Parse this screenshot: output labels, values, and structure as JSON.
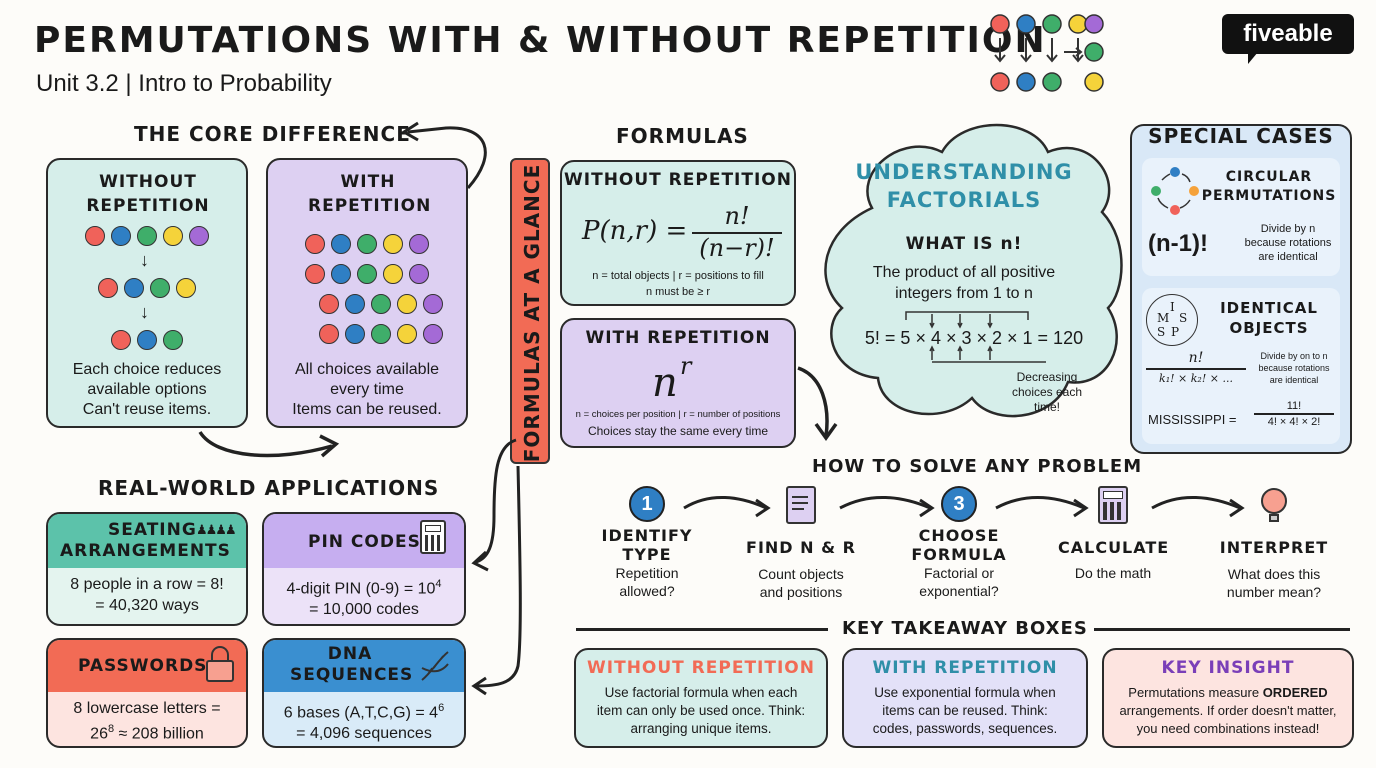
{
  "header": {
    "title": "PERMUTATIONS WITH & WITHOUT REPETITION",
    "subtitle": "Unit 3.2 | Intro to Probability",
    "brand": "fiveable"
  },
  "core": {
    "heading": "THE CORE DIFFERENCE",
    "without": {
      "title": "WITHOUT REPETITION",
      "desc1": "Each choice reduces",
      "desc2": "available options",
      "desc3": "Can't reuse items."
    },
    "with": {
      "title": "WITH REPETITION",
      "desc1": "All choices available",
      "desc2": "every time",
      "desc3": "Items can be reused."
    }
  },
  "banner": "FORMULAS AT A GLANCE",
  "formulas": {
    "heading": "FORMULAS",
    "without": {
      "title": "WITHOUT REPETITION",
      "lhs": "P(n,r) =",
      "num": "n!",
      "den": "(n−r)!",
      "note1": "n = total objects | r = positions to fill",
      "note2": "n must be ≥ r"
    },
    "with": {
      "title": "WITH REPETITION",
      "base": "n",
      "exp": "r",
      "note1": "n = choices per position | r = number of positions",
      "note2": "Choices stay the same every time"
    }
  },
  "factorials": {
    "title1": "UNDERSTANDING",
    "title2": "FACTORIALS",
    "q": "WHAT IS n!",
    "desc1": "The product of all positive",
    "desc2": "integers from 1 to n",
    "example": "5! = 5 × 4 × 3 × 2 × 1 = 120",
    "note1": "Decreasing",
    "note2": "choices each",
    "note3": "time!"
  },
  "special": {
    "heading": "SPECIAL CASES",
    "circular": {
      "title1": "CIRCULAR",
      "title2": "PERMUTATIONS",
      "formula": "(n-1)!",
      "note1": "Divide by n",
      "note2": "because rotations",
      "note3": "are identical"
    },
    "identical": {
      "title1": "IDENTICAL",
      "title2": "OBJECTS",
      "letters": [
        "M",
        "I",
        "S",
        "S",
        "P"
      ],
      "num": "n!",
      "den": "k₁! × k₂! × ...",
      "note1": "Divide by on to n",
      "note2": "because rotations",
      "note3": "are identical",
      "example": "MISSISSIPPI =",
      "ex_num": "11!",
      "ex_den": "4! × 4! × 2!"
    }
  },
  "applications": {
    "heading": "REAL-WORLD APPLICATIONS",
    "seating": {
      "title1": "SEATING",
      "title2": "ARRANGEMENTS",
      "line1": "8 people in a row = 8!",
      "line2": "= 40,320 ways"
    },
    "pin": {
      "title": "PIN CODES",
      "line1": "4-digit PIN (0-9) = 10",
      "sup": "4",
      "line2": "= 10,000 codes"
    },
    "passwords": {
      "title": "PASSWORDS",
      "line1": "8 lowercase letters =",
      "line2a": "26",
      "sup": "8",
      "line2b": " ≈ 208 billion"
    },
    "dna": {
      "title1": "DNA",
      "title2": "SEQUENCES",
      "line1": "6 bases (A,T,C,G) = 4",
      "sup": "6",
      "line2": "= 4,096 sequences"
    }
  },
  "solve": {
    "heading": "HOW TO SOLVE ANY PROBLEM",
    "steps": [
      {
        "badge": "1",
        "title1": "IDENTIFY",
        "title2": "TYPE",
        "desc1": "Repetition",
        "desc2": "allowed?"
      },
      {
        "title1": "FIND n & r",
        "desc1": "Count objects",
        "desc2": "and positions"
      },
      {
        "badge": "3",
        "title1": "CHOOSE",
        "title2": "FORMULA",
        "desc1": "Factorial or",
        "desc2": "exponential?"
      },
      {
        "title1": "CALCULATE",
        "desc1": "Do the math"
      },
      {
        "title1": "INTERPRET",
        "desc1": "What does this",
        "desc2": "number mean?"
      }
    ]
  },
  "takeaways": {
    "heading": "KEY TAKEAWAY BOXES",
    "boxes": [
      {
        "title": "WITHOUT REPETITION",
        "l1": "Use factorial formula when each",
        "l2": "item can only be used once. Think:",
        "l3": "arranging unique items."
      },
      {
        "title": "WITH REPETITION",
        "l1": "Use exponential formula when",
        "l2": "items can be reused. Think:",
        "l3": "codes, passwords, sequences."
      },
      {
        "title": "KEY INSIGHT",
        "l1a": "Permutations measure ",
        "l1b": "ORDERED",
        "l2": "arrangements. If order doesn't matter,",
        "l3": "you need combinations instead!"
      }
    ]
  },
  "colors": {
    "red": "#f0625a",
    "blue": "#2f7fc4",
    "green": "#3fae6a",
    "yellow": "#f5d33a",
    "purple": "#a46ad6",
    "teal": "#d6eeea",
    "lavender": "#ddd0f2",
    "banner": "#f26b55"
  }
}
